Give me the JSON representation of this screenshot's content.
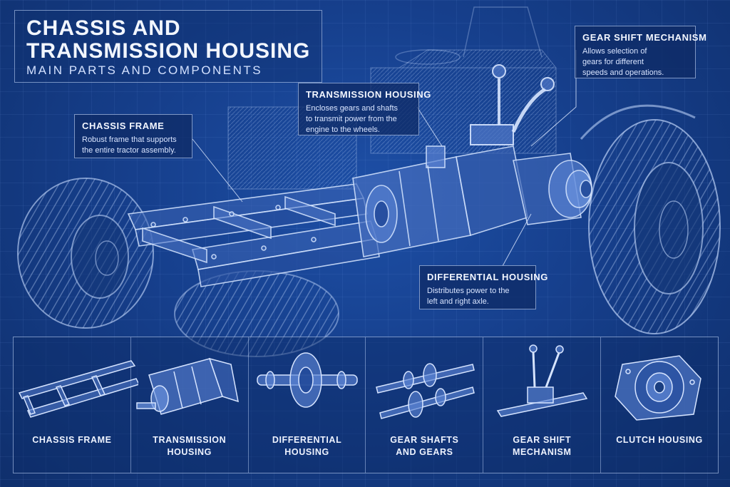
{
  "title": {
    "line1": "CHASSIS AND",
    "line2": "TRANSMISSION HOUSING",
    "subtitle": "MAIN PARTS AND COMPONENTS"
  },
  "callouts": {
    "chassis_frame": {
      "title": "CHASSIS FRAME",
      "line1": "Robust frame that supports",
      "line2": "the entire tractor assembly."
    },
    "transmission_housing": {
      "title": "TRANSMISSION HOUSING",
      "line1": "Encloses gears and shafts",
      "line2": "to transmit power from the",
      "line3": "engine to the wheels."
    },
    "gear_shift_mechanism": {
      "title": "GEAR SHIFT MECHANISM",
      "line1": "Allows selection of",
      "line2": "gears for different",
      "line3": "speeds and operations."
    },
    "differential_housing": {
      "title": "DIFFERENTIAL HOUSING",
      "line1": "Distributes power to the",
      "line2": "left and right axle."
    }
  },
  "panels": [
    {
      "line1": "CHASSIS FRAME",
      "line2": ""
    },
    {
      "line1": "TRANSMISSION",
      "line2": "HOUSING"
    },
    {
      "line1": "DIFFERENTIAL",
      "line2": "HOUSING"
    },
    {
      "line1": "GEAR SHAFTS",
      "line2": "AND GEARS"
    },
    {
      "line1": "GEAR SHIFT",
      "line2": "MECHANISM"
    },
    {
      "line1": "CLUTCH HOUSING",
      "line2": ""
    }
  ],
  "colors": {
    "background": "#163f8c",
    "line": "#cfe0ff",
    "accent": "#9fc0ff"
  }
}
